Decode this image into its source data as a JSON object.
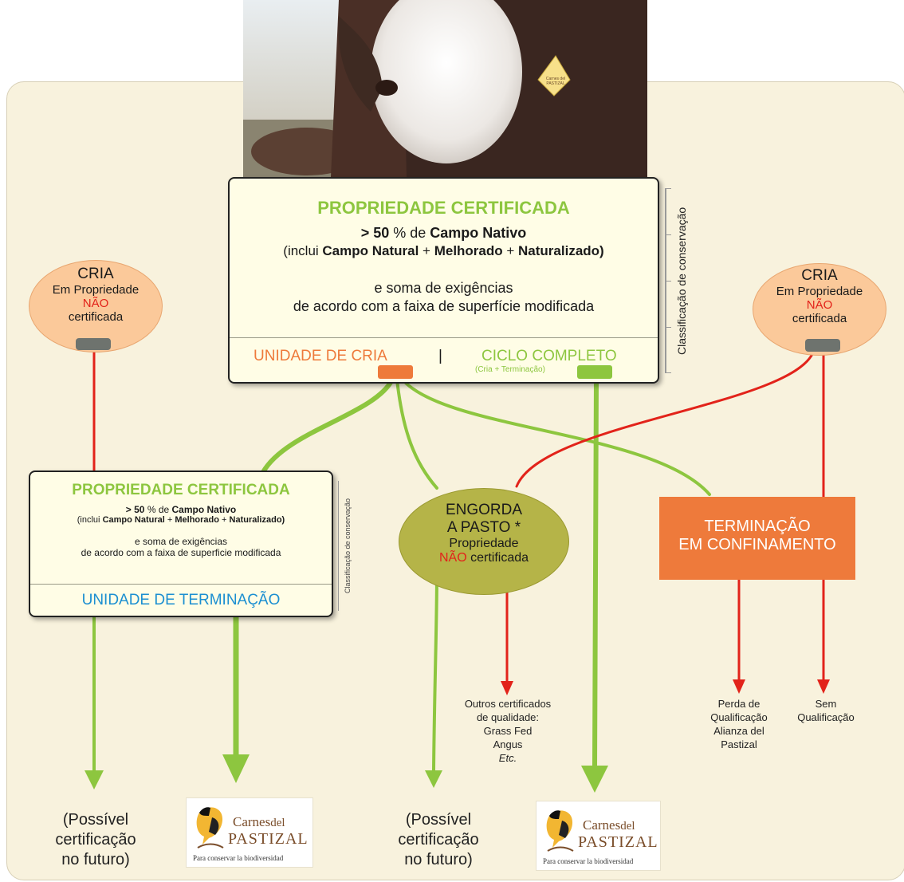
{
  "main_box": {
    "title": "PROPRIEDADE CERTIFICADA",
    "line1_a": "> 50",
    "line1_b": " % de ",
    "line1_c": "Campo Nativo",
    "line2_a": "(inclui ",
    "line2_b": "Campo Natural",
    "line2_c": " + ",
    "line2_d": "Melhorado",
    "line2_e": " + ",
    "line2_f": "Naturalizado)",
    "line3": "e soma de exigências",
    "line4": "de acordo com a faixa de superfície modificada",
    "unit_cria": "UNIDADE DE CRIA",
    "separator": "|",
    "ciclo": "CICLO COMPLETO",
    "ciclo_sub": "(Cria + Terminação)",
    "side_label": "Classificação de conservação"
  },
  "cria_left": {
    "l1": "CRIA",
    "l2": "Em Propriedade",
    "l3": "NÃO",
    "l4": "certificada"
  },
  "cria_right": {
    "l1": "CRIA",
    "l2": "Em Propriedade",
    "l3": "NÃO",
    "l4": "certificada"
  },
  "term_box": {
    "title": "PROPRIEDADE CERTIFICADA",
    "line1_a": "> 50",
    "line1_b": " % de ",
    "line1_c": "Campo Nativo",
    "line2_a": "(inclui ",
    "line2_b": "Campo Natural",
    "line2_c": " + ",
    "line2_d": "Melhorado",
    "line2_e": " + ",
    "line2_f": "Naturalizado)",
    "line3": "e soma de exigências",
    "line4": "de acordo com a faixa de superficie modificada",
    "unit": "UNIDADE DE TERMINAÇÃO",
    "side_label": "Classificação de conservação"
  },
  "engorda": {
    "l1": "ENGORDA",
    "l2": "A PASTO *",
    "l3": "Propriedade",
    "l4a": "NÃO",
    "l4b": " certificada"
  },
  "terminacao": {
    "l1": "TERMINAÇÃO",
    "l2": "EM CONFINAMENTO"
  },
  "outros": {
    "l1": "Outros certificados",
    "l2": "de qualidade:",
    "l3": "Grass Fed",
    "l4": "Angus",
    "l5": "Etc."
  },
  "perda": {
    "l1": "Perda de",
    "l2": "Qualificação",
    "l3": "Alianza del",
    "l4": "Pastizal"
  },
  "sem": {
    "l1": "Sem",
    "l2": "Qualificação"
  },
  "possivel_left": {
    "l1": "(Possível",
    "l2": "certificação",
    "l3": "no futuro)"
  },
  "possivel_mid": {
    "l1": "(Possível",
    "l2": "certificação",
    "l3": "no futuro)"
  },
  "logo1": {
    "brand_a": "Carnes",
    "brand_b": "del",
    "brand_c": "PASTIZAL",
    "tag": "Para conservar la biodiversidad"
  },
  "logo2": {
    "brand_a": "Carnes",
    "brand_b": "del",
    "brand_c": "PASTIZAL",
    "tag": "Para conservar la biodiversidad"
  },
  "ear_tag": {
    "text": "Carnes del PASTIZAL"
  },
  "colors": {
    "green": "#8dc63f",
    "orange": "#ee7a3b",
    "red": "#e2231a",
    "blue": "#1c8fd1",
    "olive": "#b5b448",
    "peach": "#fbc99a",
    "panel": "#f8f2dd"
  }
}
